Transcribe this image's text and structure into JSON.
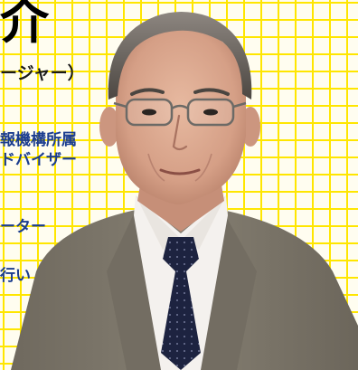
{
  "profile": {
    "name_char": "介",
    "role": "ージャー）",
    "lines": [
      "報機構所属",
      "ドバイザー",
      "ーター",
      "行い"
    ]
  },
  "colors": {
    "grid": "#ffe600",
    "text_blue": "#1b3d8f",
    "suit": "#7d776b",
    "tie": "#1d2340",
    "shirt": "#f4f1ee",
    "skin": "#d9a88f"
  },
  "photo": {
    "subject": "man-in-suit-portrait"
  }
}
